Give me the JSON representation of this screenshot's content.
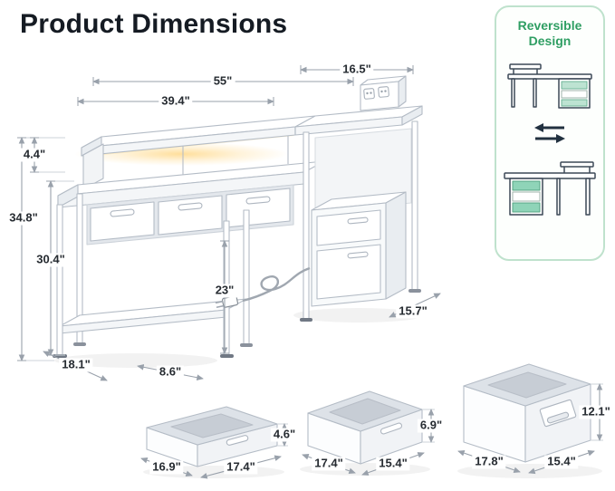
{
  "page": {
    "title": "Product Dimensions"
  },
  "reversible_card": {
    "title": "Reversible Design",
    "icon_top": "desk-with-right-drawers",
    "icon_middle": "swap-arrows",
    "icon_bottom": "desk-with-left-drawers"
  },
  "colors": {
    "accent_green": "#2f9e63",
    "card_border": "#bfe2cd",
    "dimension_line": "#99a1ab",
    "led_glow": "#ffd36e",
    "text_dark": "#151b23"
  },
  "desk_dimensions": {
    "total_width": "55\"",
    "right_hutch_width": "16.5\"",
    "monitor_shelf_width": "39.4\"",
    "monitor_shelf_height": "4.4\"",
    "overall_height": "34.8\"",
    "desktop_height": "30.4\"",
    "leg_clearance": "23\"",
    "cabinet_depth": "15.7\"",
    "desk_depth": "18.1\"",
    "shelf_depth": "8.6\""
  },
  "drawers": [
    {
      "depth": "16.9\"",
      "width": "17.4\"",
      "height": "4.6\""
    },
    {
      "depth": "17.4\"",
      "width": "15.4\"",
      "height": "6.9\""
    },
    {
      "depth": "17.8\"",
      "width": "15.4\"",
      "height": "12.1\""
    }
  ]
}
